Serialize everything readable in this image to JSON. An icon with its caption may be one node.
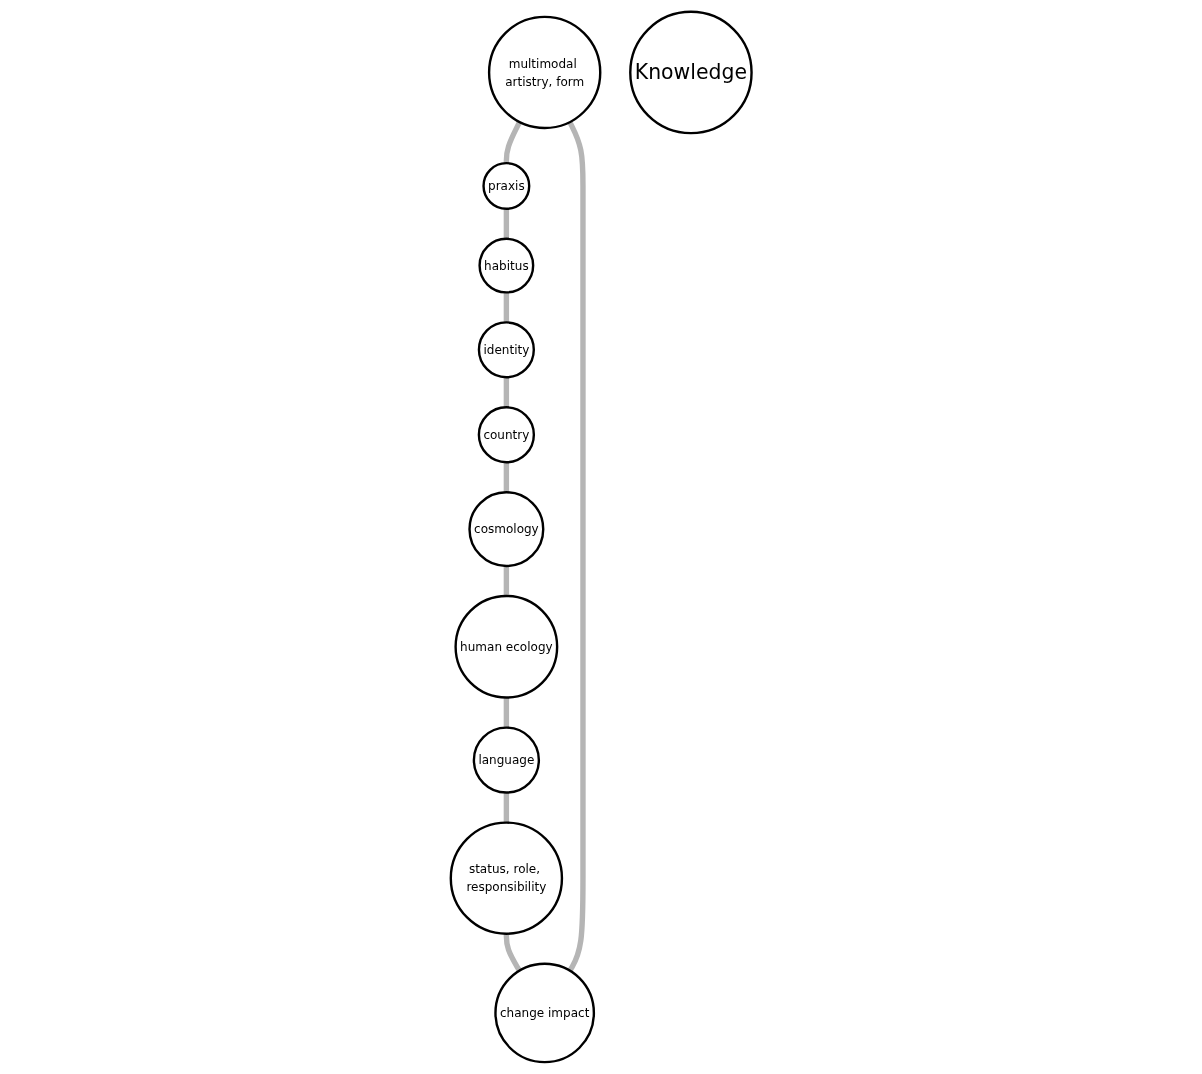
{
  "diagram": {
    "nodes": [
      {
        "text": [
          "multimodal artistry, form"
        ]
      },
      {
        "text": [
          "change impact"
        ]
      },
      {
        "text": [
          "praxis"
        ]
      },
      {
        "text": [
          "status, role, responsibility"
        ]
      },
      {
        "text": [
          "habitus"
        ]
      },
      {
        "text": [
          "Knowledge"
        ]
      },
      {
        "text": [
          "language"
        ]
      },
      {
        "text": [
          "identity"
        ]
      },
      {
        "text": [
          "human ecology"
        ]
      },
      {
        "text": [
          "country"
        ]
      },
      {
        "text": [
          "cosmology"
        ]
      }
    ],
    "edges": [
      {
        "from": 0,
        "to": 2,
        "arrow": "none"
      },
      {
        "from": 2,
        "to": 4,
        "arrow": "none"
      },
      {
        "from": 4,
        "to": 7,
        "arrow": "none"
      },
      {
        "from": 7,
        "to": 9,
        "arrow": "none"
      },
      {
        "from": 9,
        "to": 10,
        "arrow": "none"
      },
      {
        "from": 10,
        "to": 8,
        "arrow": "none"
      },
      {
        "from": 8,
        "to": 6,
        "arrow": "none"
      },
      {
        "from": 6,
        "to": 3,
        "arrow": "none"
      },
      {
        "from": 3,
        "to": 1,
        "arrow": "none"
      },
      {
        "from": 1,
        "to": 0,
        "arrow": "none"
      }
    ]
  }
}
